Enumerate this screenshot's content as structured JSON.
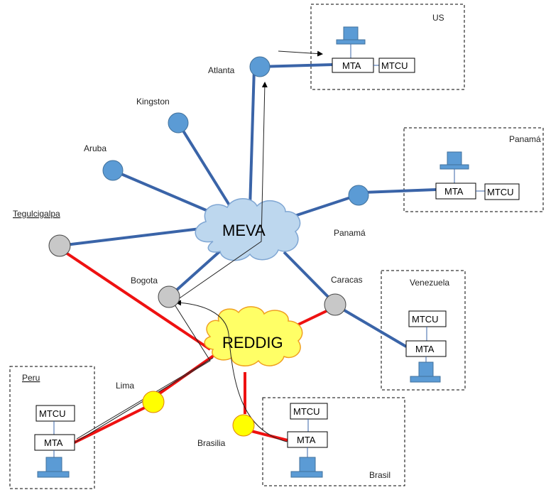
{
  "clouds": {
    "meva": "MEVA",
    "reddig": "REDDIG"
  },
  "cities": {
    "atlanta": "Atlanta",
    "kingston": "Kingston",
    "aruba": "Aruba",
    "tegucigalpa": "Tegulcigalpa",
    "bogota": "Bogota",
    "caracas": "Caracas",
    "lima": "Lima",
    "brasilia": "Brasilia",
    "panama": "Panamá"
  },
  "regions": {
    "us": "US",
    "panama": "Panamá",
    "venezuela": "Venezuela",
    "peru": "Peru",
    "brasil": "Brasil"
  },
  "equipment": {
    "mta": "MTA",
    "mtcu": "MTCU"
  },
  "colors": {
    "meva_link": "#3a64a8",
    "reddig_link": "#ee1111",
    "node_blue": "#5b9bd5",
    "node_gray": "#c8c8c8",
    "node_yellow": "#ffff00",
    "meva_cloud": "#bdd7ee",
    "reddig_cloud": "#ffff66"
  }
}
